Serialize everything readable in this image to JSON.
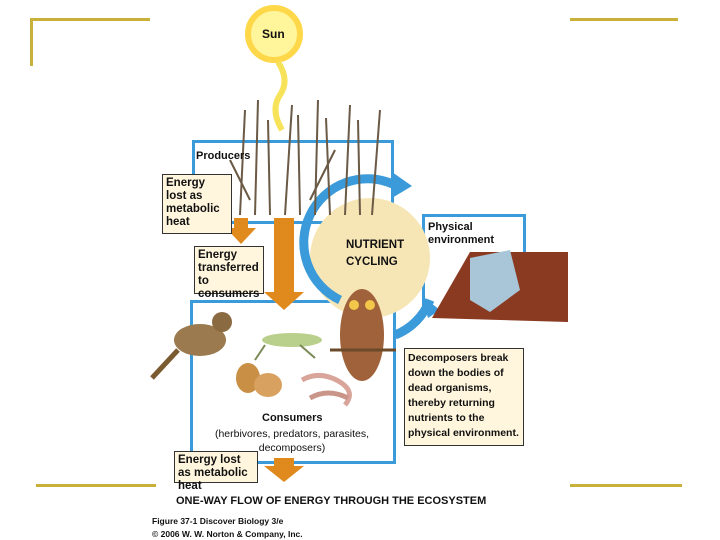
{
  "sun_label": "Sun",
  "producers_label": "Producers",
  "energy_lost_top": "Energy lost as metabolic heat",
  "energy_transferred": "Energy transferred to consumers",
  "nutrient_cycling": "NUTRIENT CYCLING",
  "physical_environment": "Physical environment",
  "decomposers_text": "Decomposers break down the bodies of dead organisms, thereby returning nutrients to the physical environment.",
  "consumers_label": "Consumers",
  "consumers_detail": "(herbivores, predators, parasites, decomposers)",
  "energy_lost_bottom": "Energy lost as metabolic heat",
  "flow_title": "ONE-WAY FLOW OF ENERGY THROUGH THE ECOSYSTEM",
  "caption_line1": "Figure 37-1 Discover Biology 3/e",
  "caption_line2": "© 2006 W. W. Norton & Company, Inc.",
  "colors": {
    "accent_gold": "#c8b03a",
    "frame_blue": "#3b9ad9",
    "energy_orange": "#e08a1e"
  }
}
